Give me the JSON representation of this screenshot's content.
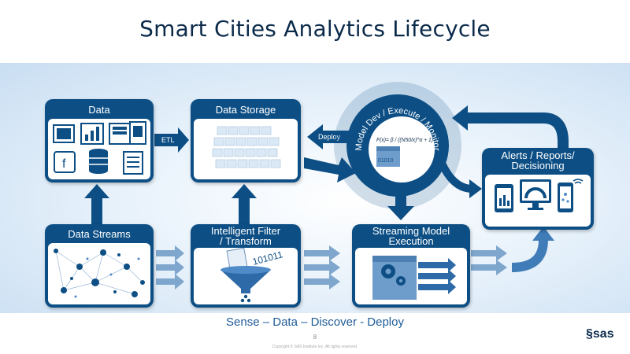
{
  "title": "Smart Cities Analytics Lifecycle",
  "boxes": {
    "data": "Data",
    "data_storage": "Data Storage",
    "data_streams": "Data Streams",
    "filter_line1": "Intelligent Filter",
    "filter_line2": "/ Transform",
    "streaming_line1": "Streaming Model",
    "streaming_line2": "Execution",
    "alerts_line1": "Alerts / Reports/",
    "alerts_line2": "Decisioning"
  },
  "arrows": {
    "etl": "ETL",
    "deploy": "Deploy"
  },
  "model": {
    "arc_label": "Model Dev / Execute / Monitor",
    "formula": "F(x)= β / ((N50/x)^α + 1)",
    "binary": "01010"
  },
  "filter_binary": "101011",
  "tagline": "Sense – Data – Discover - Deploy",
  "page_number": "8",
  "copyright": "Copyright © SAS Institute Inc. All rights reserved.",
  "logo_text": "sas",
  "colors": {
    "box": "#0d4f85",
    "title": "#0b2a4a",
    "tagline": "#1e5c97",
    "arrow": "#0d4f85"
  }
}
